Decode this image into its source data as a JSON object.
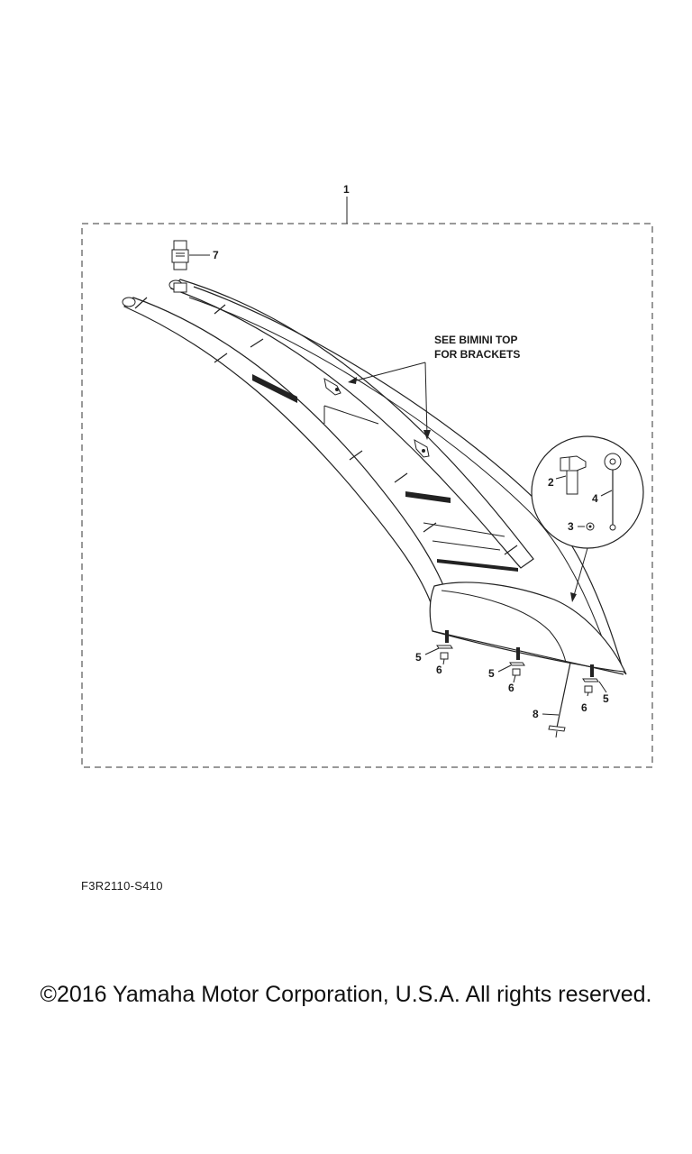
{
  "diagram": {
    "callouts": {
      "kit": "1",
      "knob": "2",
      "washer_small": "3",
      "lanyard": "4",
      "washer_left": "5",
      "nut_left": "6",
      "washer_mid": "5",
      "nut_mid": "6",
      "nut_right": "6",
      "washer_right": "5",
      "cap": "7",
      "bolt": "8"
    },
    "note_line1": "SEE BIMINI TOP",
    "note_line2": "FOR BRACKETS"
  },
  "drawing_code": "F3R2110-S410",
  "copyright": "©2016 Yamaha Motor Corporation, U.S.A. All rights reserved."
}
